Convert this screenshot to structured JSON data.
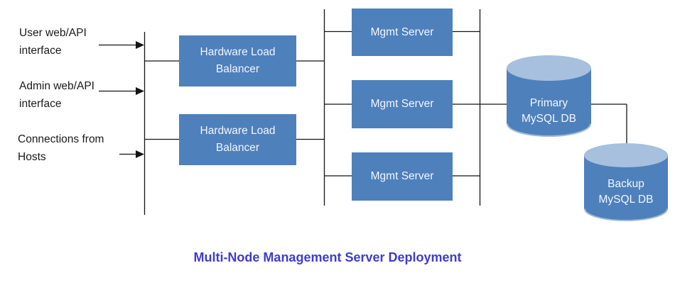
{
  "title": "Multi-Node Management Server Deployment",
  "colors": {
    "box_fill": "#4e80bc",
    "box_text": "#f2f6fb",
    "cylinder_top": "#a6c0de",
    "cylinder_body": "#4e80bc",
    "cylinder_rim": "#9db9da",
    "line": "#141414",
    "title": "#3e3ccd",
    "label": "#1a1a1a",
    "background": "#ffffff"
  },
  "inputs": [
    {
      "line1": "User web/API",
      "line2": "interface"
    },
    {
      "line1": "Admin web/API",
      "line2": "interface"
    },
    {
      "line1": "Connections from",
      "line2": "Hosts"
    }
  ],
  "load_balancers": [
    {
      "line1": "Hardware Load",
      "line2": "Balancer"
    },
    {
      "line1": "Hardware Load",
      "line2": "Balancer"
    }
  ],
  "mgmt_servers": [
    {
      "label": "Mgmt Server"
    },
    {
      "label": "Mgmt Server"
    },
    {
      "label": "Mgmt Server"
    }
  ],
  "databases": [
    {
      "line1": "Primary",
      "line2": "MySQL DB"
    },
    {
      "line1": "Backup",
      "line2": "MySQL DB"
    }
  ]
}
